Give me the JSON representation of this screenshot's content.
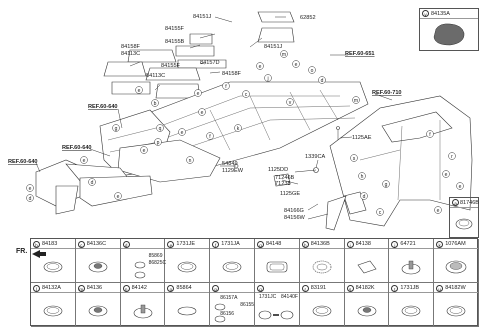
{
  "refs": {
    "r1": "REF.60-651",
    "r2": "REF.60-640",
    "r3": "REF.60-710",
    "r4": "REF.60-640",
    "r5": "REF.60-640"
  },
  "parts": {
    "p84151J_a": "84151J",
    "p62852": "62852",
    "p84155F_a": "84155F",
    "p84155B": "84155B",
    "p84151J_b": "84151J",
    "p84158F_a": "84158F",
    "p84113C_a": "84113C",
    "p84155F_b": "84155F",
    "p84157D": "84157D",
    "p84113C_b": "84113C",
    "p84158F_b": "84158F",
    "p1125AE": "1125AE",
    "p54849": "54849",
    "p1129EW": "1129EW",
    "p1339CA": "1339CA",
    "p1125DD": "1125DD",
    "p71246B": "71246B",
    "p71238": "71238",
    "p1125GE": "1125GE",
    "p84166G": "84166G",
    "p84156W": "84156W"
  },
  "fr_label": "FR.",
  "topright": {
    "tag": "v",
    "code": "84135A"
  },
  "b_sq": {
    "tag": "a",
    "code": "81746B"
  },
  "legend_row1": [
    {
      "tag": "b",
      "code": "84183"
    },
    {
      "tag": "c",
      "code": "84136C"
    },
    {
      "tag": "d",
      "code": ""
    },
    {
      "tag": "e",
      "code": "1731JE"
    },
    {
      "tag": "f",
      "code": "1731JA"
    },
    {
      "tag": "g",
      "code": "84148"
    },
    {
      "tag": "h",
      "code": "84136B"
    },
    {
      "tag": "i",
      "code": "84138"
    },
    {
      "tag": "j",
      "code": "64721"
    },
    {
      "tag": "k",
      "code": "1076AM"
    }
  ],
  "legend_row2": [
    {
      "tag": "l",
      "code": "84132A"
    },
    {
      "tag": "m",
      "code": "84136"
    },
    {
      "tag": "n",
      "code": "84142"
    },
    {
      "tag": "o",
      "code": "85864"
    },
    {
      "tag": "p",
      "code": ""
    },
    {
      "tag": "q",
      "code": ""
    },
    {
      "tag": "r",
      "code": "83191"
    },
    {
      "tag": "s",
      "code": "84182K"
    },
    {
      "tag": "t",
      "code": "1731JB"
    },
    {
      "tag": "u",
      "code": "84182W"
    }
  ],
  "sub_d": {
    "a": "85869",
    "b": "86825C"
  },
  "sub_p": {
    "a": "86157A",
    "b": "86155",
    "c": "86156"
  },
  "sub_q": {
    "a": "1731JC",
    "b": "84140F"
  }
}
